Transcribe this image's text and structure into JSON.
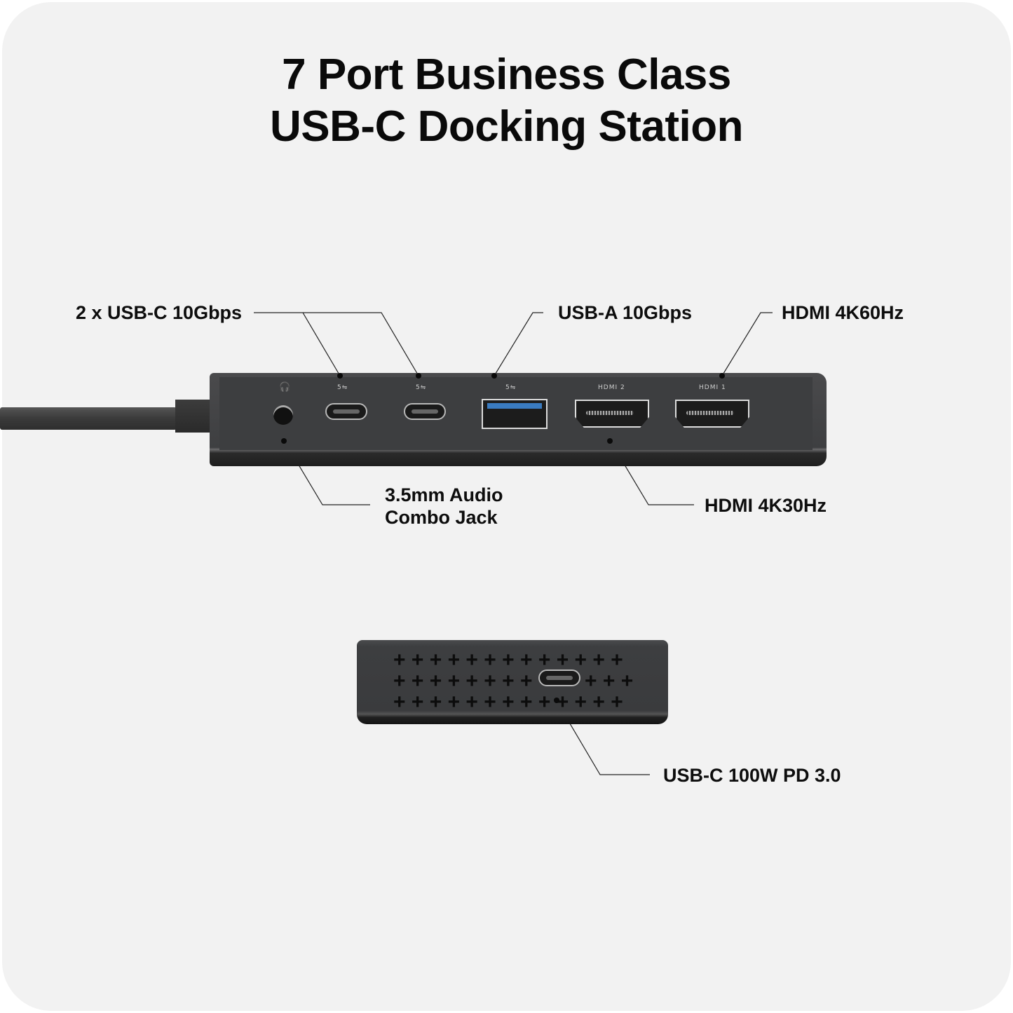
{
  "title": {
    "line1": "7 Port Business Class",
    "line2": "USB-C Docking Station"
  },
  "callouts": {
    "usb_c": "2 x USB-C 10Gbps",
    "usb_a": "USB-A 10Gbps",
    "hdmi1": "HDMI 4K60Hz",
    "audio_line1": "3.5mm Audio",
    "audio_line2": "Combo Jack",
    "hdmi2": "HDMI 4K30Hz",
    "pd": "USB-C 100W PD 3.0"
  },
  "port_labels": {
    "usb_speed": "5⇋",
    "hdmi2": "HDMI 2",
    "hdmi1": "HDMI 1",
    "headphone": "🎧"
  },
  "colors": {
    "background": "#f2f2f2",
    "device": "#3d3e40",
    "text": "#0a0a0a",
    "usb_blue": "#3a7bc0"
  }
}
